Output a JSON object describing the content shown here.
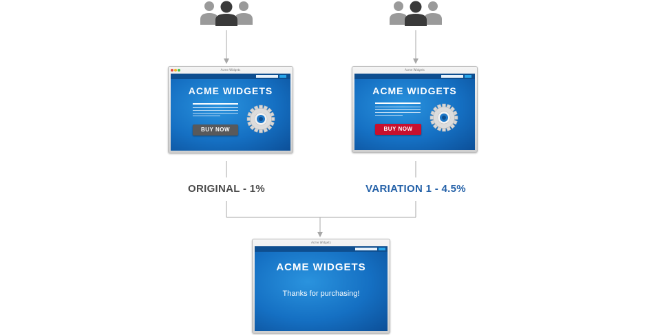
{
  "browser_title": "Acme Widgets",
  "site_name": "ACME WIDGETS",
  "original": {
    "cta_label": "BUY NOW",
    "cta_color": "#58595b",
    "result_label": "ORIGINAL - 1%",
    "result_color": "#4a4a4a"
  },
  "variation": {
    "cta_label": "BUY NOW",
    "cta_color": "#c8102e",
    "result_label": "VARIATION 1 - 4.5%",
    "result_color": "#2461a8"
  },
  "thanks_page": {
    "message": "Thanks for purchasing!"
  },
  "colors": {
    "screen_blue": "#1570c3",
    "connector_gray": "#a7a7a7",
    "user_dark": "#3a3a3a",
    "user_light": "#9a9a9a"
  },
  "icons": [
    "users-group-icon",
    "gear-icon",
    "arrow-down-icon"
  ]
}
